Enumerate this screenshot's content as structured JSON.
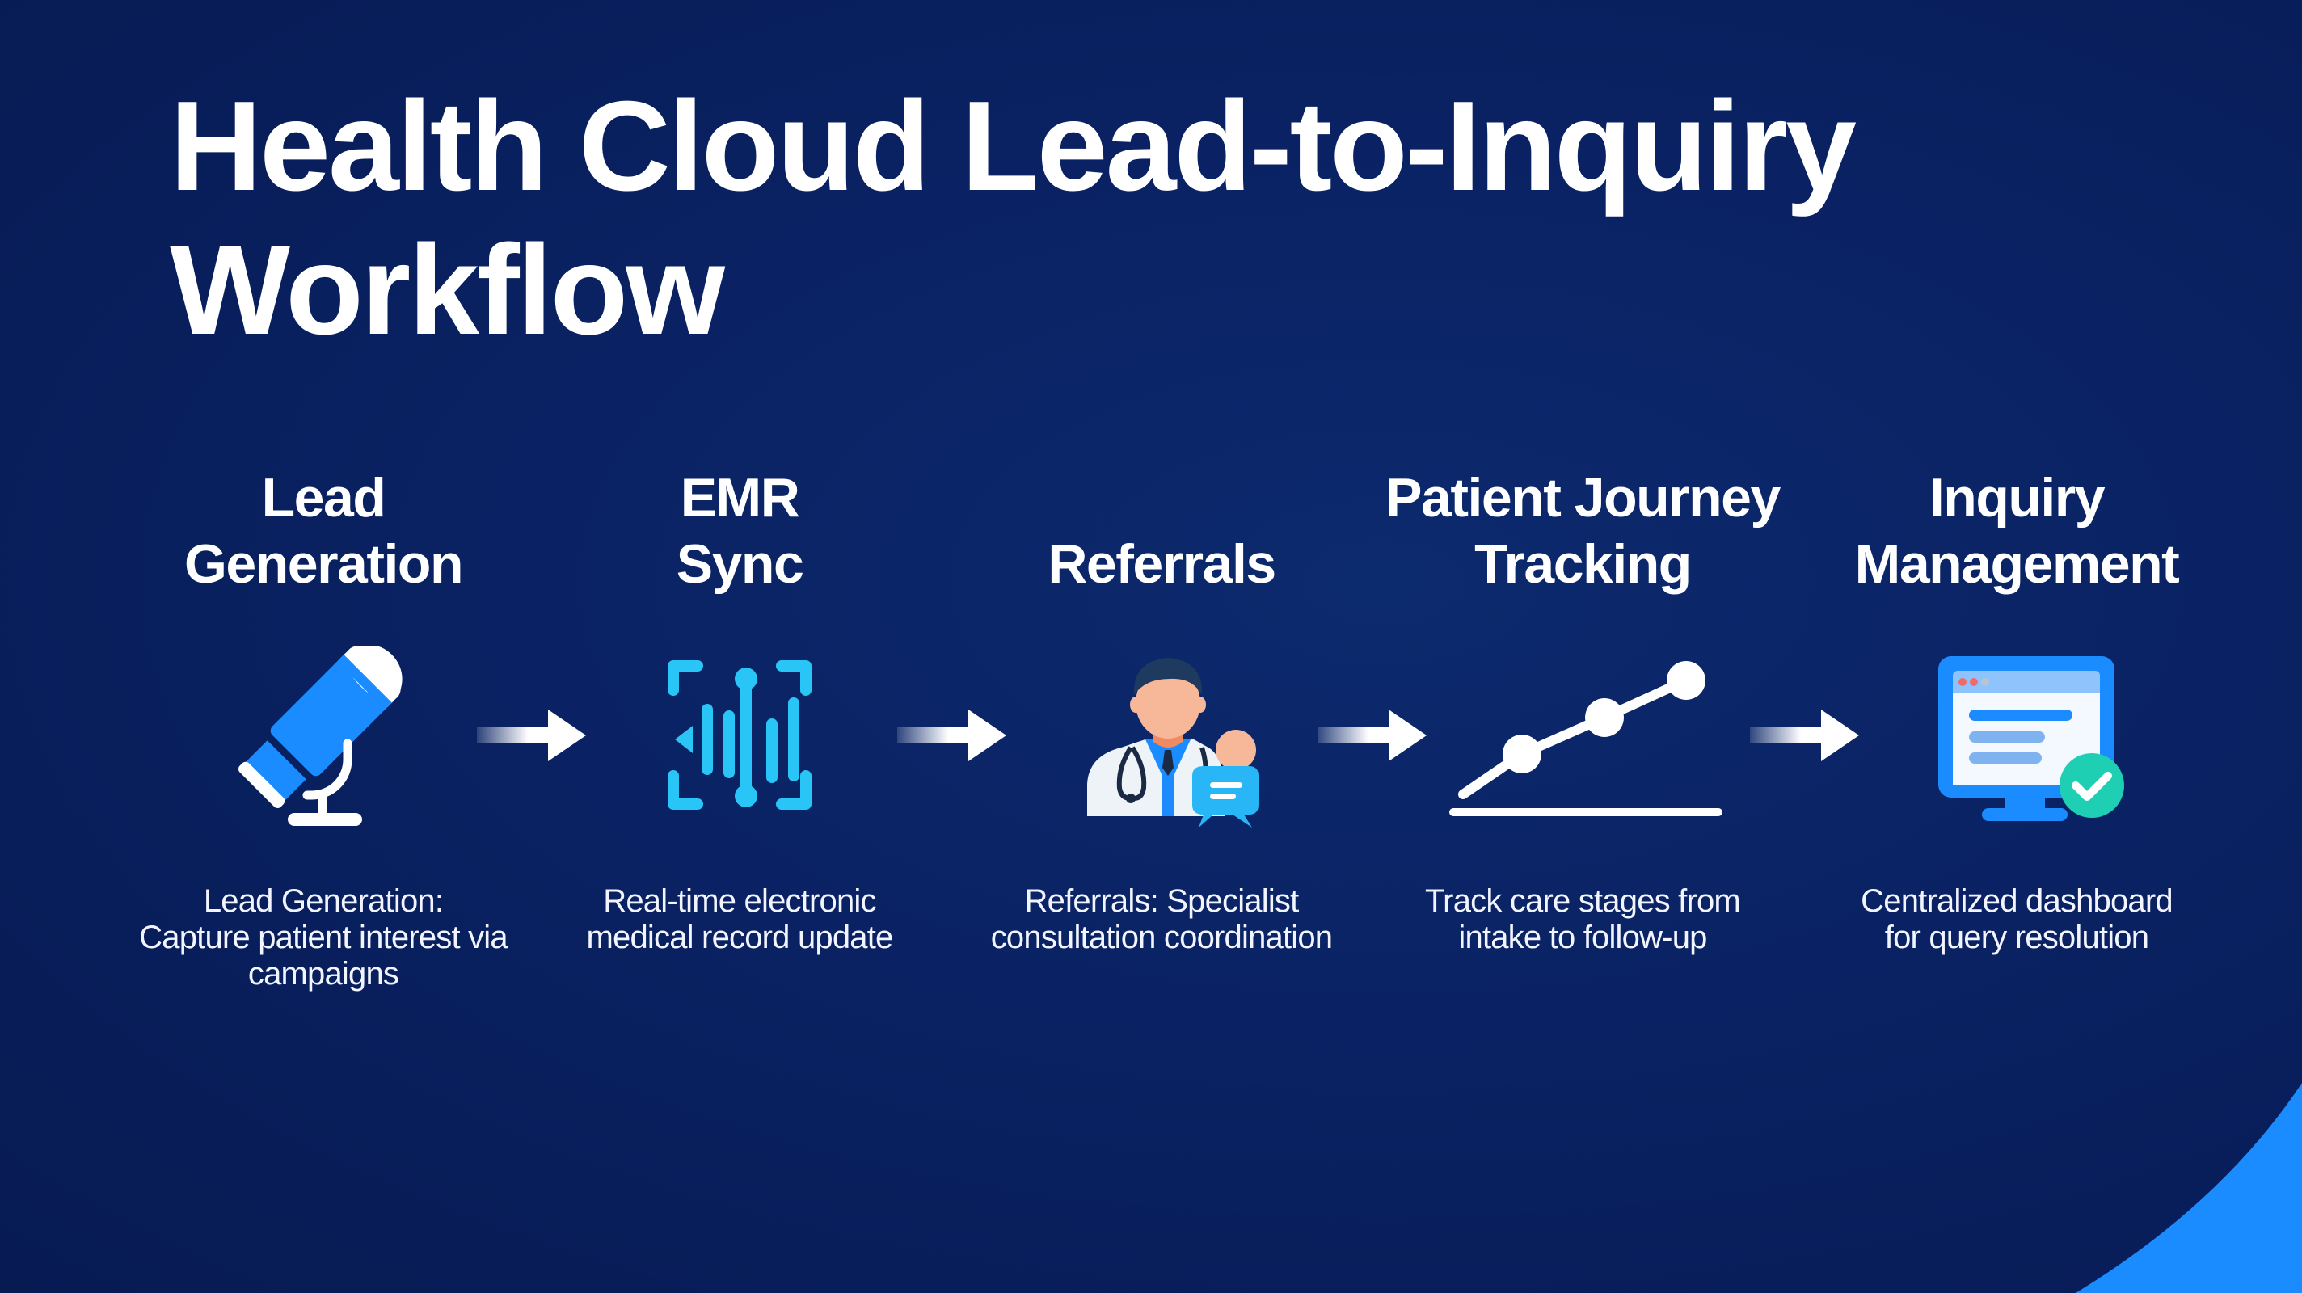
{
  "title": {
    "line1": "Health Cloud Lead-to-Inquiry",
    "line2": "Workflow"
  },
  "colors": {
    "background": "#0a2263",
    "accent_blue": "#1a8cff",
    "cyan": "#29c5f6",
    "check_green": "#1ecfb4",
    "text": "#ffffff"
  },
  "steps": [
    {
      "heading_line1": "Lead",
      "heading_line2": "Generation",
      "icon": "microphone-icon",
      "description_lines": [
        "Lead Generation:",
        "Capture patient interest via",
        "campaigns"
      ]
    },
    {
      "heading_line1": "EMR",
      "heading_line2": "Sync",
      "icon": "audio-waveform-scan-icon",
      "description_lines": [
        "Real-time electronic",
        "medical record update"
      ]
    },
    {
      "heading_line1": "",
      "heading_line2": "Referrals",
      "icon": "doctor-referral-chat-icon",
      "description_lines": [
        "Referrals: Specialist",
        "consultation coordination"
      ]
    },
    {
      "heading_line1": "Patient Journey",
      "heading_line2": "Tracking",
      "icon": "progress-line-chart-icon",
      "description_lines": [
        "Track care stages from",
        "intake to follow-up"
      ]
    },
    {
      "heading_line1": "Inquiry",
      "heading_line2": "Management",
      "icon": "dashboard-monitor-check-icon",
      "description_lines": [
        "Centralized dashboard",
        "for query resolution"
      ]
    }
  ],
  "arrows": [
    "arrow-right-icon",
    "arrow-right-icon",
    "arrow-right-icon",
    "arrow-right-icon"
  ]
}
